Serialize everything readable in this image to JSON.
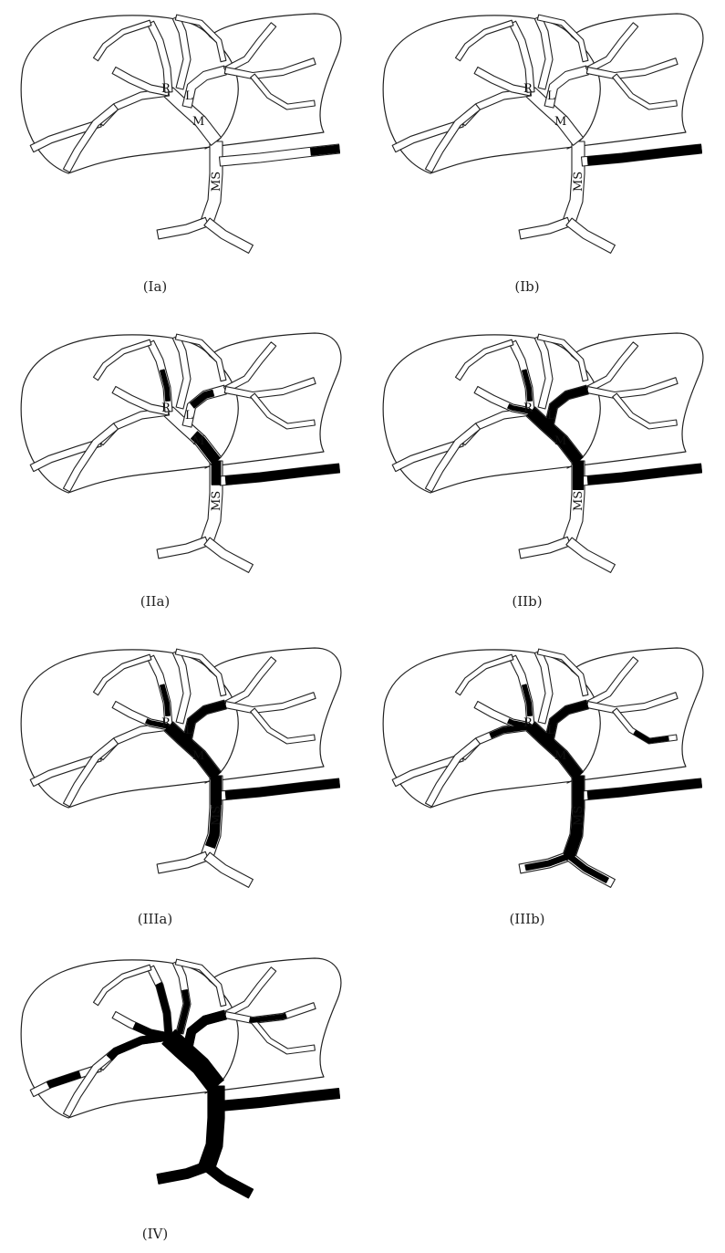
{
  "figure": {
    "vessel_labels": {
      "right": "R",
      "left": "L",
      "main": "M",
      "mesenteric_splenic": "MS"
    },
    "panels": [
      {
        "id": "Ia",
        "caption": "(Ia)",
        "show_labels": true,
        "thrombus": [
          "splenic_tip"
        ]
      },
      {
        "id": "Ib",
        "caption": "(Ib)",
        "show_labels": true,
        "thrombus": [
          "splenic_full"
        ]
      },
      {
        "id": "IIa",
        "caption": "(IIa)",
        "show_labels": true,
        "thrombus": [
          "splenic_full",
          "main_partial",
          "right_partial",
          "left_partial"
        ]
      },
      {
        "id": "IIb",
        "caption": "(IIb)",
        "show_labels": true,
        "thrombus": [
          "splenic_full",
          "main_full",
          "right_partial",
          "left_full",
          "right_main"
        ]
      },
      {
        "id": "IIIa",
        "caption": "(IIIa)",
        "show_labels": true,
        "thrombus": [
          "splenic_full",
          "main_full",
          "right_partial",
          "left_full",
          "right_main",
          "sm_partial"
        ]
      },
      {
        "id": "IIIb",
        "caption": "(IIIb)",
        "show_labels": true,
        "thrombus": [
          "splenic_full",
          "main_full",
          "right_partial",
          "left_full",
          "right_main",
          "sm_full",
          "branches_partial"
        ]
      },
      {
        "id": "IV",
        "caption": "(IV)",
        "show_labels": false,
        "thrombus": [
          "total"
        ]
      }
    ]
  }
}
